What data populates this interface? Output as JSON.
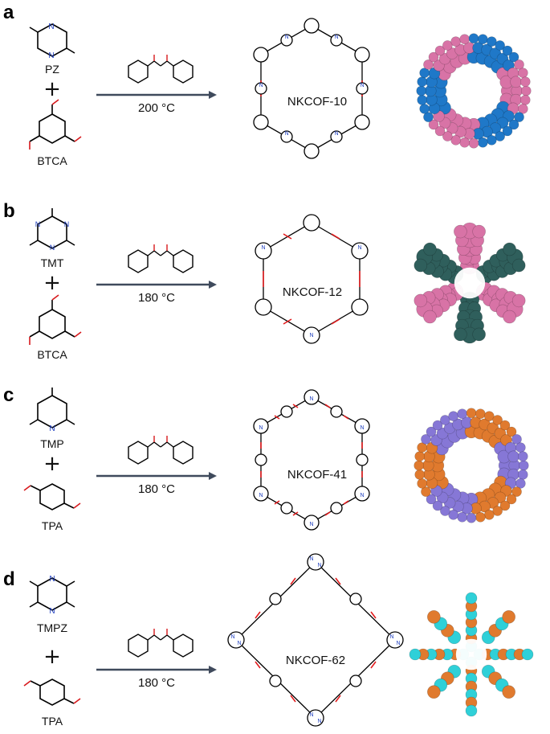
{
  "colors": {
    "bond_new": "#e31a1c",
    "nitrogen": "#1f3fbf",
    "oxygen": "#d7191c",
    "arrow": "#3f4a5c",
    "pink": "#d873a6",
    "blue": "#1f78c8",
    "darkgreen": "#2f5f5c",
    "purple": "#8677d6",
    "orange": "#e07a2e",
    "cyan": "#2fd0d8"
  },
  "panels": [
    {
      "letter": "a",
      "monomer1": "PZ",
      "monomer2": "BTCA",
      "plus": "+",
      "condition": "200 °C",
      "cof": "NKCOF-10",
      "model_colors": [
        "pink",
        "blue"
      ],
      "model_shape": "hex"
    },
    {
      "letter": "b",
      "monomer1": "TMT",
      "monomer2": "BTCA",
      "plus": "+",
      "condition": "180 °C",
      "cof": "NKCOF-12",
      "model_colors": [
        "pink",
        "darkgreen"
      ],
      "model_shape": "star"
    },
    {
      "letter": "c",
      "monomer1": "TMP",
      "monomer2": "TPA",
      "plus": "+",
      "condition": "180 °C",
      "cof": "NKCOF-41",
      "model_colors": [
        "purple",
        "orange"
      ],
      "model_shape": "hex"
    },
    {
      "letter": "d",
      "monomer1": "TMPZ",
      "monomer2": "TPA",
      "plus": "+",
      "condition": "180 °C",
      "cof": "NKCOF-62",
      "model_colors": [
        "cyan",
        "orange"
      ],
      "model_shape": "diamond"
    }
  ]
}
